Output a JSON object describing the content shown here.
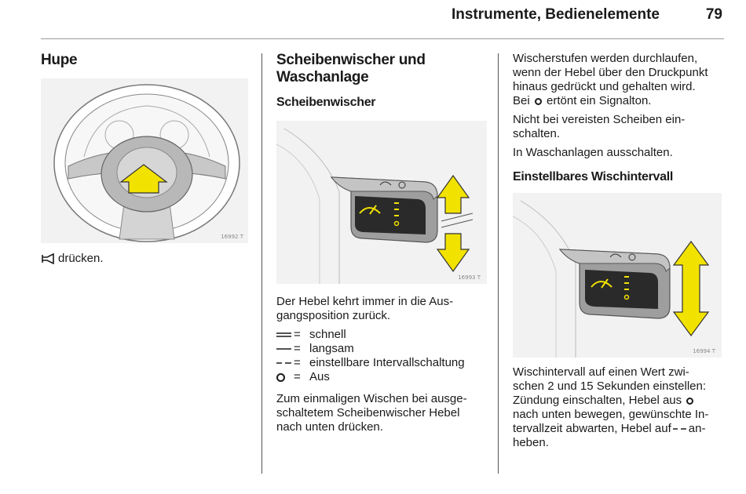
{
  "header": {
    "title": "Instrumente, Bedienelemente",
    "page": "79"
  },
  "col1": {
    "title": "Hupe",
    "figure_id": "16992 T",
    "instruction_text": "drücken."
  },
  "col2": {
    "title_line1": "Scheibenwischer und",
    "title_line2": "Waschanlage",
    "subtitle": "Scheibenwischer",
    "figure_id": "16993 T",
    "para1_line1": "Der Hebel kehrt immer in die Aus-",
    "para1_line2": "gangsposition zurück.",
    "legend": [
      {
        "symbol": "double-line",
        "eq": "=",
        "label": "schnell"
      },
      {
        "symbol": "single-line",
        "eq": "=",
        "label": "langsam"
      },
      {
        "symbol": "dashed-line",
        "eq": "=",
        "label": "einstellbare Intervallschaltung"
      },
      {
        "symbol": "ring",
        "eq": "=",
        "label": "Aus"
      }
    ],
    "para2_line1": "Zum einmaligen Wischen bei ausge-",
    "para2_line2": "schaltetem Scheibenwischer Hebel",
    "para2_line3": "nach unten drücken."
  },
  "col3": {
    "p1_line1": "Wischerstufen werden durchlaufen,",
    "p1_line2": "wenn der Hebel über den Druckpunkt",
    "p1_line3": "hinaus gedrückt und gehalten wird.",
    "p1_line4a": "Bei",
    "p1_line4b": "ertönt ein Signalton.",
    "p2_line1": "Nicht bei vereisten Scheiben ein-",
    "p2_line2": "schalten.",
    "p3": "In Waschanlagen ausschalten.",
    "subtitle": "Einstellbares Wischintervall",
    "figure_id": "16994 T",
    "p4_line1": "Wischintervall auf einen Wert zwi-",
    "p4_line2": "schen 2 und 15 Sekunden einstellen:",
    "p4_line3a": "Zündung einschalten, Hebel aus",
    "p4_line4": "nach unten bewegen, gewünschte In-",
    "p4_line5a": "tervallzeit abwarten, Hebel auf",
    "p4_line5b": "an-",
    "p4_line6": "heben."
  },
  "colors": {
    "arrow_yellow": "#f2e200",
    "figure_bg": "#f2f2f2",
    "lever_dark": "#2a2a2a"
  }
}
